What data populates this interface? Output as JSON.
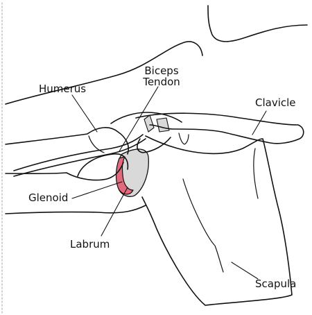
{
  "labels": {
    "humerus": "Humerus",
    "biceps_line1": "Biceps",
    "biceps_line2": "Tendon",
    "clavicle": "Clavicle",
    "glenoid": "Glenoid",
    "labrum": "Labrum",
    "scapula": "Scapula"
  },
  "colors": {
    "outline": "#111111",
    "bone_shade": "#d9d9d9",
    "labrum": "#e26a7c",
    "dotted_border": "#c4c4c4",
    "text": "#111111"
  }
}
